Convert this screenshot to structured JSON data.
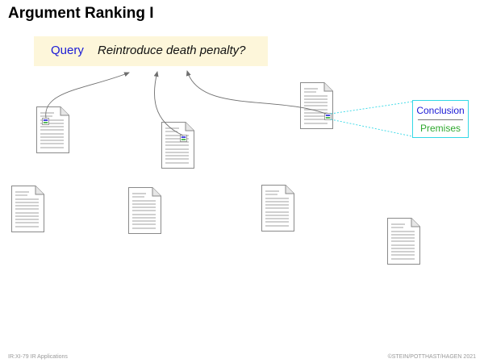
{
  "slide": {
    "title": "Argument Ranking I"
  },
  "query": {
    "label": "Query",
    "text": "Reintroduce death penalty?"
  },
  "argument_legend": {
    "conclusion": "Conclusion",
    "premises": "Premises"
  },
  "footer": {
    "left": "IR:XI-79   IR Applications",
    "right": "©STEIN/POTTHAST/HAGEN 2021"
  },
  "colors": {
    "query_background": "#fdf6da",
    "query_label": "#1a1ad6",
    "conclusion": "#1a1ad6",
    "premises": "#2fa82f",
    "legend_border": "#33d8e6",
    "arrow": "#6e6e6e"
  }
}
